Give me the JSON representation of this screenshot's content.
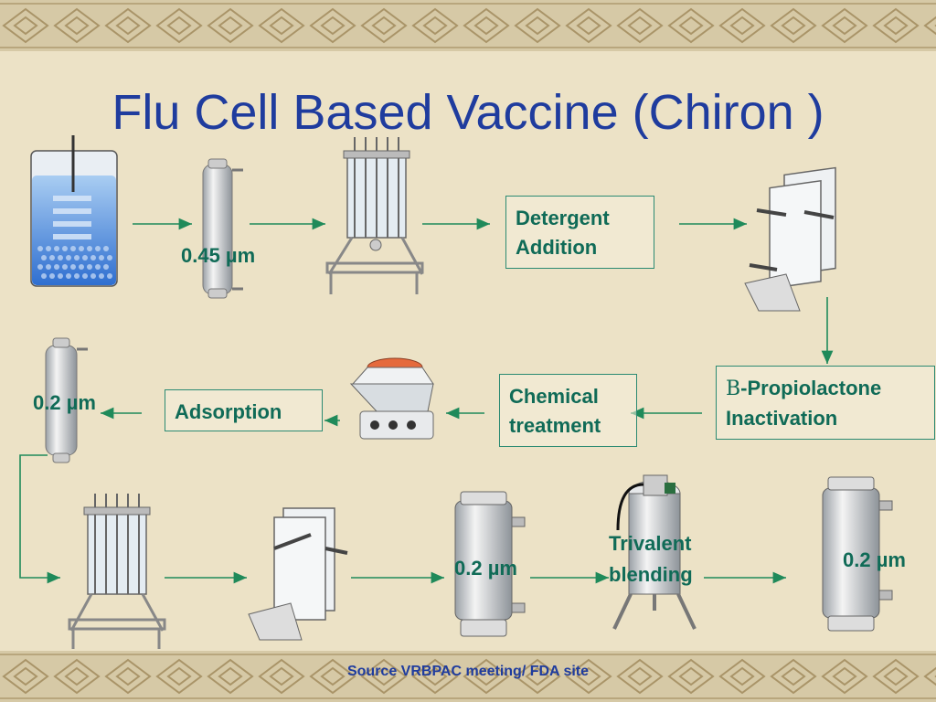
{
  "title": "Flu Cell Based Vaccine (Chiron )",
  "steps": {
    "filter_045": "0.45 µm",
    "detergent_line1": "Detergent",
    "detergent_line2": "Addition",
    "bpl_symbol": "B",
    "bpl_line1": "-Propiolactone",
    "bpl_line2": "Inactivation",
    "chemical_line1": "Chemical",
    "chemical_line2": "treatment",
    "adsorption": "Adsorption",
    "filter_02_left": "0.2 µm",
    "filter_02_bottom": "0.2 µm",
    "trivalent_line1": "Trivalent",
    "trivalent_line2": "blending",
    "filter_02_right": "0.2 µm"
  },
  "source": "Source VRBPAC meeting/ FDA site",
  "colors": {
    "title": "#1f3c9e",
    "label": "#106b57",
    "arrow": "#1f8a5a",
    "background": "#ece2c6"
  }
}
